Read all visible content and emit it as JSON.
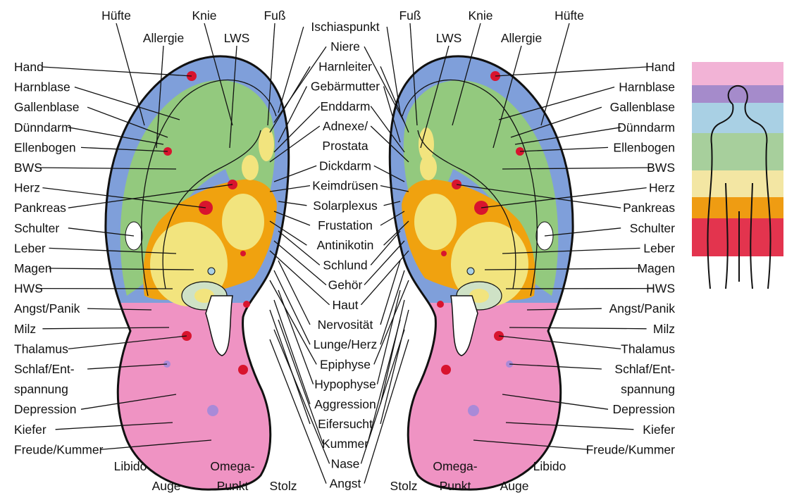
{
  "colors": {
    "blue_zone": "#7f9fda",
    "pink_zone": "#ef93c3",
    "green_zone": "#93c97e",
    "orange_zone": "#f0a20f",
    "yellow_zone": "#f2e47e",
    "red_point": "#d8142e",
    "violet_point": "#a98ad8",
    "outline": "#111111"
  },
  "left_labels": [
    "Hand",
    "Harnblase",
    "Gallenblase",
    "Dünndarm",
    "Ellenbogen",
    "BWS",
    "Herz",
    "Pankreas",
    "Schulter",
    "Leber",
    "Magen",
    "HWS",
    "Angst/Panik",
    "Milz",
    "Thalamus",
    "Schlaf/Ent-",
    "spannung",
    "Depression",
    "Kiefer",
    "Freude/Kummer"
  ],
  "top_left_labels": [
    "Hüfte",
    "Knie",
    "Fuß",
    "Allergie",
    "LWS"
  ],
  "top_right_labels": [
    "Fuß",
    "Knie",
    "Hüfte",
    "LWS",
    "Allergie"
  ],
  "center_labels": [
    "Ischiaspunkt",
    "Niere",
    "Harnleiter",
    "Gebärmutter",
    "Enddarm",
    "Adnexe/",
    "Prostata",
    "Dickdarm",
    "Keimdrüsen",
    "Solarplexus",
    "Frustation",
    "Antinikotin",
    "Schlund",
    "Gehör",
    "Haut",
    "Nervosität",
    "Lunge/Herz",
    "Epiphyse",
    "Hypophyse",
    "Aggression",
    "Eifersucht",
    "Kummer",
    "Nase",
    "Angst"
  ],
  "bottom_left_labels": [
    "Libido",
    "Auge",
    "Omega-",
    "Punkt",
    "Stolz"
  ],
  "bottom_right_labels": [
    "Stolz",
    "Omega-",
    "Punkt",
    "Auge",
    "Libido"
  ],
  "body_chart_bands": [
    "#f2b3d6",
    "#a58bcb",
    "#a9d0e4",
    "#a7cf9c",
    "#f3e6a3",
    "#ef9c12",
    "#e3344e"
  ]
}
